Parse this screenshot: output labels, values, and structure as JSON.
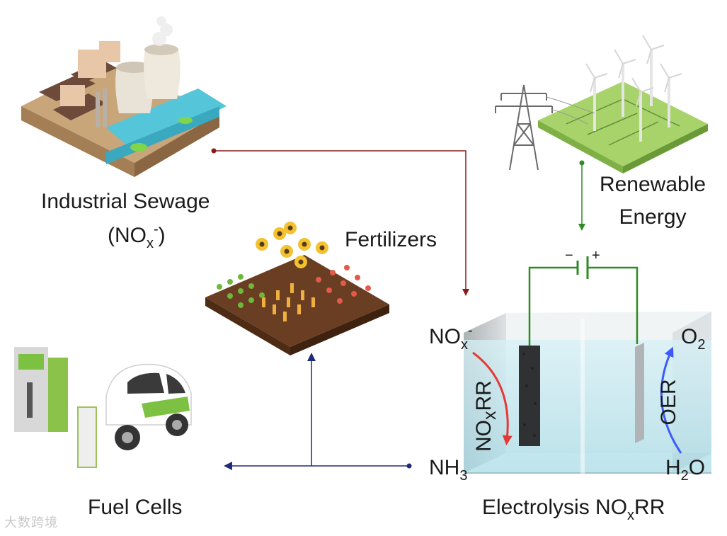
{
  "labels": {
    "industrial_sewage": "Industrial Sewage",
    "sewage_species_open": "(NO",
    "sewage_species_sub": "x",
    "sewage_species_sup": "-",
    "sewage_species_close": ")",
    "renewable_line1": "Renewable",
    "renewable_line2": "Energy",
    "fertilizers": "Fertilizers",
    "fuel_cells": "Fuel Cells",
    "electrolysis_prefix": "Electrolysis NO",
    "electrolysis_sub": "x",
    "electrolysis_suffix": "RR"
  },
  "cell": {
    "nox_base": "NO",
    "nox_sub": "x",
    "nox_sup": "-",
    "o2_base": "O",
    "o2_sub": "2",
    "nh3_base": "NH",
    "nh3_sub": "3",
    "h2o_base": "H",
    "h2o_sub": "2",
    "h2o_tail": "O",
    "noxrr_base": "NO",
    "noxrr_sub": "x",
    "noxrr_tail": "RR",
    "oer": "OER",
    "battery_minus": "−",
    "battery_plus": "+"
  },
  "colors": {
    "arrow_sewage": "#8b1a1a",
    "arrow_energy": "#2e8b22",
    "arrow_products": "#1f2a7a",
    "wire": "#2e8b22",
    "noxrr_arrow": "#e53935",
    "oer_arrow": "#3d5afe",
    "electrolyte": "#bfe6ee"
  },
  "watermark": "大数跨境"
}
